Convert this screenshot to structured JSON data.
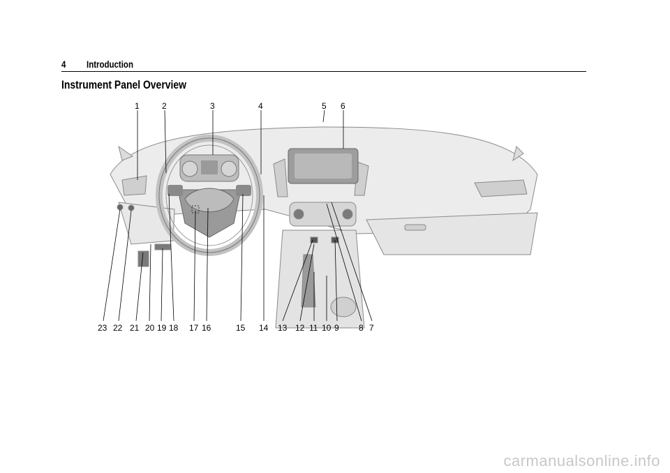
{
  "header": {
    "page_number": "4",
    "section": "Introduction"
  },
  "title": "Instrument Panel Overview",
  "callouts_top": [
    "1",
    "2",
    "3",
    "4",
    "5",
    "6"
  ],
  "callouts_bottom": [
    "23",
    "22",
    "21",
    "20",
    "19",
    "18",
    "17",
    "16",
    "15",
    "14",
    "13",
    "12",
    "11",
    "10",
    "9",
    "8",
    "7"
  ],
  "watermark": "carmanualsonline.info"
}
